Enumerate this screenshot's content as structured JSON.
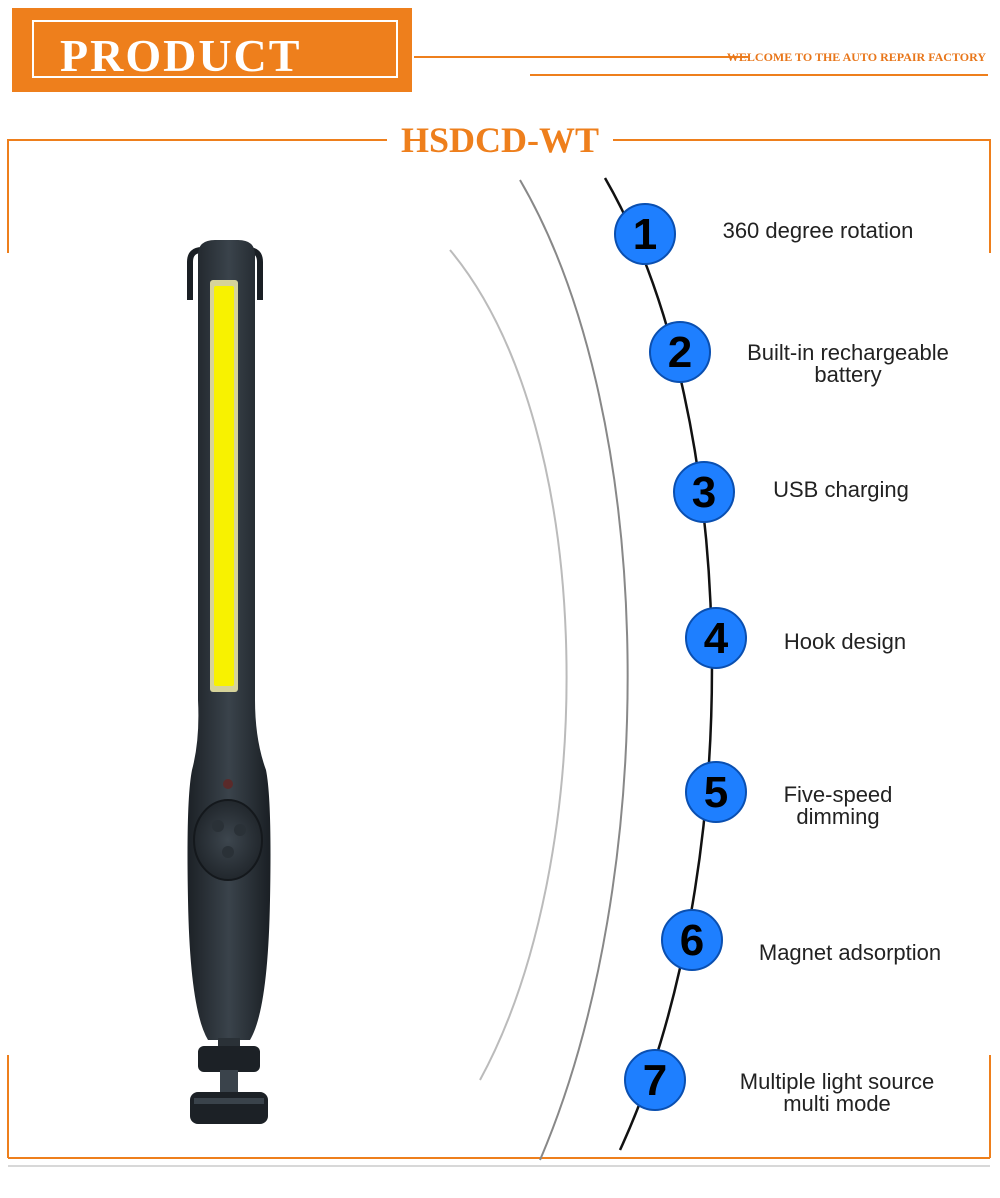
{
  "header": {
    "banner_label": "PRODUCT",
    "welcome_text": "WELCOME TO THE AUTO REPAIR FACTORY"
  },
  "model": "HSDCD-WT",
  "colors": {
    "accent_orange": "#ee7f1c",
    "badge_blue": "#1e7fff",
    "light_body": "#2b3238"
  },
  "features": [
    {
      "number": "1",
      "label_lines": [
        "360 degree rotation"
      ]
    },
    {
      "number": "2",
      "label_lines": [
        "Built-in rechargeable",
        "battery"
      ]
    },
    {
      "number": "3",
      "label_lines": [
        "USB charging"
      ]
    },
    {
      "number": "4",
      "label_lines": [
        "Hook design"
      ]
    },
    {
      "number": "5",
      "label_lines": [
        "Five-speed",
        "dimming"
      ]
    },
    {
      "number": "6",
      "label_lines": [
        "Magnet adsorption"
      ]
    },
    {
      "number": "7",
      "label_lines": [
        "Multiple light source",
        "multi mode"
      ]
    }
  ]
}
